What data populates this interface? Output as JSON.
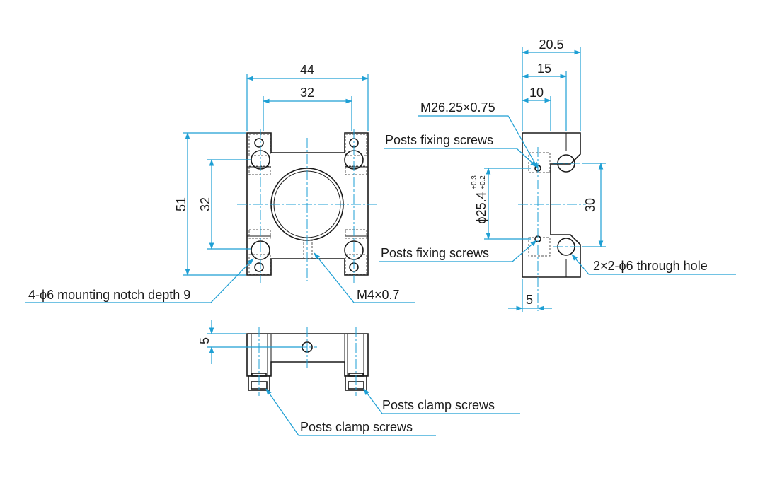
{
  "front_view": {
    "dim_width_outer": "44",
    "dim_width_inner": "32",
    "dim_height_outer": "51",
    "dim_height_inner": "32",
    "label_notch": "4-ϕ6 mounting notch depth 9",
    "label_tap": "M4×0.7"
  },
  "side_view": {
    "dim_20_5": "20.5",
    "dim_15": "15",
    "dim_10": "10",
    "label_thread": "M26.25×0.75",
    "label_fixing_top": "Posts fixing screws",
    "label_fixing_bottom": "Posts fixing screws",
    "dim_bore": "ϕ25.4",
    "dim_bore_tol_upper": "+0.3",
    "dim_bore_tol_lower": "+0.2",
    "dim_30": "30",
    "label_through_hole": "2×2-ϕ6 through hole",
    "dim_5": "5"
  },
  "top_view": {
    "dim_5": "5",
    "label_clamp_right": "Posts clamp screws",
    "label_clamp_left": "Posts clamp screws"
  }
}
